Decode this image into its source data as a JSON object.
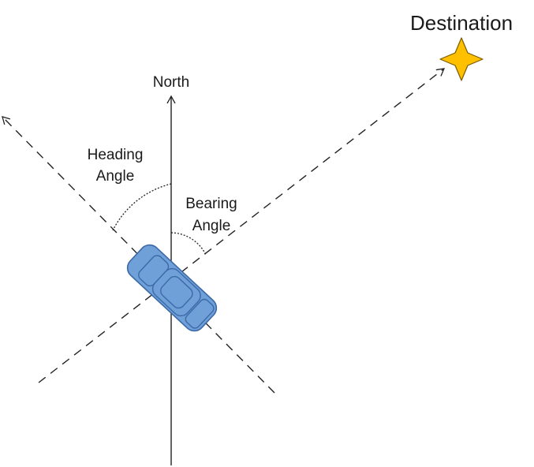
{
  "labels": {
    "destination": "Destination",
    "north": "North",
    "heading_line1": "Heading",
    "heading_line2": "Angle",
    "bearing_line1": "Bearing",
    "bearing_line2": "Angle"
  },
  "colors": {
    "car_fill": "#6fa0d8",
    "car_stroke": "#3c6aa8",
    "star_fill": "#ffc000",
    "star_stroke": "#7a5b00",
    "line": "#222222"
  },
  "icons": {
    "vehicle": "car-icon",
    "target": "star-icon"
  }
}
